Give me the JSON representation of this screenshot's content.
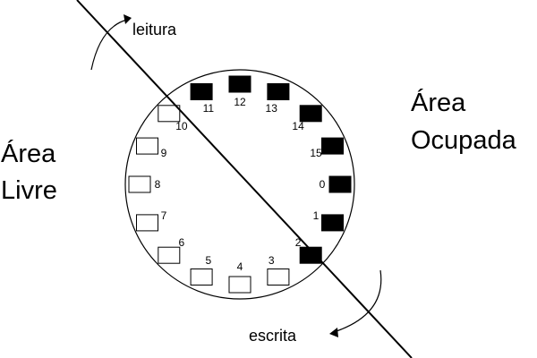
{
  "diagram": {
    "labels": {
      "leitura": "leitura",
      "escrita": "escrita",
      "free_line1": "Área",
      "free_line2": "Livre",
      "occupied_line1": "Área",
      "occupied_line2": "Ocupada"
    },
    "slots": [
      {
        "label": "0",
        "state": "occupied"
      },
      {
        "label": "1",
        "state": "occupied"
      },
      {
        "label": "2",
        "state": "occupied"
      },
      {
        "label": "3",
        "state": "free"
      },
      {
        "label": "4",
        "state": "free"
      },
      {
        "label": "5",
        "state": "free"
      },
      {
        "label": "6",
        "state": "free"
      },
      {
        "label": "7",
        "state": "free"
      },
      {
        "label": "8",
        "state": "free"
      },
      {
        "label": "9",
        "state": "free"
      },
      {
        "label": "10",
        "state": "free"
      },
      {
        "label": "11",
        "state": "occupied"
      },
      {
        "label": "12",
        "state": "occupied"
      },
      {
        "label": "13",
        "state": "occupied"
      },
      {
        "label": "14",
        "state": "occupied"
      },
      {
        "label": "15",
        "state": "occupied"
      }
    ],
    "colors": {
      "occupied": "#000000",
      "free": "#ffffff",
      "stroke": "#000000"
    }
  }
}
